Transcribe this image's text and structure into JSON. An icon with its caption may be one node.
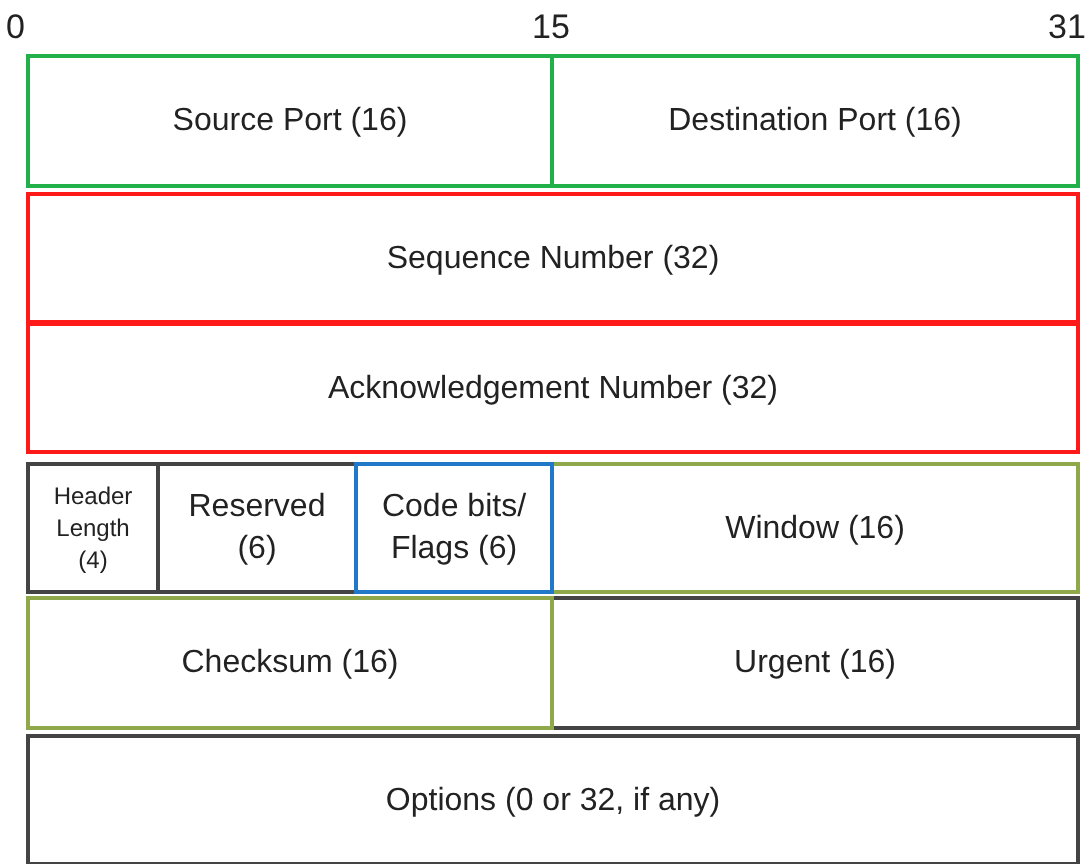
{
  "diagram": {
    "nodes": [
      {
        "text": [
          "Source Port (16)"
        ]
      },
      {
        "text": [
          "Destination Port (16)"
        ]
      },
      {
        "text": [
          "Sequence Number (32)"
        ]
      },
      {
        "text": [
          "Acknowledgement Number (32)"
        ]
      },
      {
        "text": [
          "Header Length (4)"
        ]
      },
      {
        "text": [
          "Reserved (6)"
        ]
      },
      {
        "text": [
          "Code bits/ Flags (6)"
        ]
      },
      {
        "text": [
          "Window (16)"
        ]
      },
      {
        "text": [
          "Checksum (16)"
        ]
      },
      {
        "text": [
          "Urgent (16)"
        ]
      },
      {
        "text": [
          "Options (0 or 32, if any)"
        ]
      }
    ],
    "labels": [
      "0",
      "15",
      "31"
    ]
  }
}
